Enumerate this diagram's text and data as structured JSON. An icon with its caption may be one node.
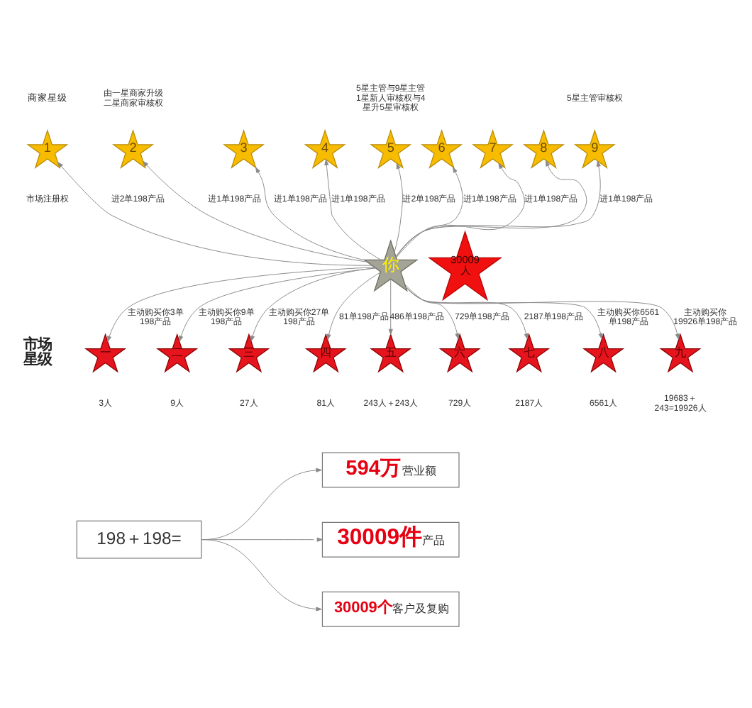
{
  "diagram": {
    "nodes": [
      {
        "text": [
          "1"
        ],
        "beside": [
          "市场注册权"
        ]
      },
      {
        "text": [
          "2"
        ],
        "beside": [
          "由一星商家升级二星商家审核权"
        ]
      },
      {
        "text": [
          "3"
        ]
      },
      {
        "text": [
          "4"
        ]
      },
      {
        "text": [
          "5"
        ],
        "beside": [
          "5星主管与9星主管1星新人审核权与4星升5星审核权"
        ]
      },
      {
        "text": [
          "6"
        ]
      },
      {
        "text": [
          "7"
        ]
      },
      {
        "text": [
          "8"
        ]
      },
      {
        "text": [
          "9"
        ],
        "beside": [
          "5星主管审核权"
        ]
      },
      {
        "text": [
          "30009人"
        ]
      },
      {
        "text": [
          "你"
        ]
      },
      {
        "text": [
          "一"
        ],
        "beside": [
          "3人"
        ]
      },
      {
        "text": [
          "二"
        ],
        "beside": [
          "9人"
        ]
      },
      {
        "text": [
          "三"
        ],
        "beside": [
          "27人"
        ]
      },
      {
        "text": [
          "四"
        ],
        "beside": [
          "81人"
        ]
      },
      {
        "text": [
          "五"
        ],
        "beside": [
          "243人＋243人"
        ]
      },
      {
        "text": [
          "六"
        ],
        "beside": [
          "729人"
        ]
      },
      {
        "text": [
          "七"
        ],
        "beside": [
          "2187人"
        ]
      },
      {
        "text": [
          "八"
        ],
        "beside": [
          "6561人"
        ]
      },
      {
        "text": [
          "九"
        ],
        "beside": [
          "19683＋243=19926人"
        ]
      },
      {
        "text": [
          "198＋198="
        ]
      },
      {
        "text": [
          "594万",
          "营业额"
        ]
      },
      {
        "text": [
          "30009件",
          "产品"
        ]
      },
      {
        "text": [
          "30009个",
          "客户及复购"
        ]
      }
    ],
    "edges": [
      {
        "from": 10,
        "to": 0,
        "arrow": "to",
        "label": "进2单198产品"
      },
      {
        "from": 10,
        "to": 1,
        "arrow": "to",
        "label": "进1单198产品"
      },
      {
        "from": 10,
        "to": 2,
        "arrow": "to",
        "label": "进1单198产品"
      },
      {
        "from": 10,
        "to": 3,
        "arrow": "to",
        "label": "进1单198产品"
      },
      {
        "from": 10,
        "to": 4,
        "arrow": "to",
        "label": "进2单198产品"
      },
      {
        "from": 10,
        "to": 5,
        "arrow": "to",
        "label": "进1单198产品"
      },
      {
        "from": 10,
        "to": 6,
        "arrow": "to",
        "label": "进1单198产品"
      },
      {
        "from": 10,
        "to": 7,
        "arrow": "to"
      },
      {
        "from": 10,
        "to": 8,
        "arrow": "to",
        "label": "进1单198产品"
      },
      {
        "from": 10,
        "to": 11,
        "arrow": "to",
        "label": "主动购买你3单198产品"
      },
      {
        "from": 10,
        "to": 12,
        "arrow": "to",
        "label": "主动购买你9单198产品"
      },
      {
        "from": 10,
        "to": 13,
        "arrow": "to",
        "label": "主动购买你27单198产品"
      },
      {
        "from": 10,
        "to": 14,
        "arrow": "to",
        "label": "81单198产品"
      },
      {
        "from": 10,
        "to": 15,
        "arrow": "to",
        "label": "486单198产品"
      },
      {
        "from": 10,
        "to": 16,
        "arrow": "to",
        "label": "729单198产品"
      },
      {
        "from": 10,
        "to": 17,
        "arrow": "to",
        "label": "2187单198产品"
      },
      {
        "from": 10,
        "to": 18,
        "arrow": "to",
        "label": "主动购买你6561单198产品"
      },
      {
        "from": 10,
        "to": 19,
        "arrow": "to",
        "label": "主动购买你19926单198产品"
      },
      {
        "from": 20,
        "to": 21,
        "arrow": "to"
      },
      {
        "from": 20,
        "to": 22,
        "arrow": "to"
      },
      {
        "from": 20,
        "to": 23,
        "arrow": "to"
      }
    ],
    "labels": [
      "商家星级",
      "市场星级"
    ]
  }
}
